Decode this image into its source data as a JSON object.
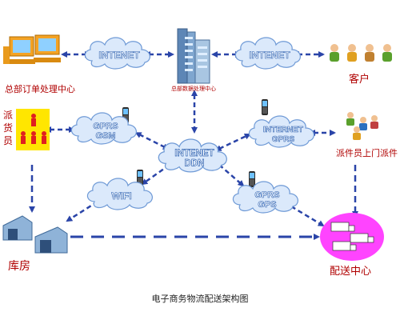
{
  "nodes": {
    "hq_order_center": "总部订单处理中心",
    "hq_data_center": "总部数据处理中心",
    "customer": "客户",
    "dispatcher": "派货员",
    "delivery_staff": "派件员上门派件",
    "warehouse": "库房",
    "distribution_center": "配送中心"
  },
  "clouds": {
    "internet_left": "INTENET",
    "internet_right": "INTENET",
    "gprs_gsm_1": "GPRS",
    "gprs_gsm_2": "GSM",
    "ddn_1": "INTENET",
    "ddn_2": "DDN",
    "internet_gprs_1": "INTERNET",
    "internet_gprs_2": "GPRS",
    "wifi": "WIFI",
    "gprs_gps_1": "GPRS",
    "gprs_gps_2": "GPS"
  },
  "caption": "电子商务物流配送架构图",
  "colors": {
    "cloud_fill": "#dbe9fb",
    "cloud_stroke": "#6f9ad6",
    "arrow": "#2a44a8",
    "label_red": "#b00000",
    "dispatcher_bg": "#ffe600",
    "distribution_bg": "#ff44ff"
  }
}
